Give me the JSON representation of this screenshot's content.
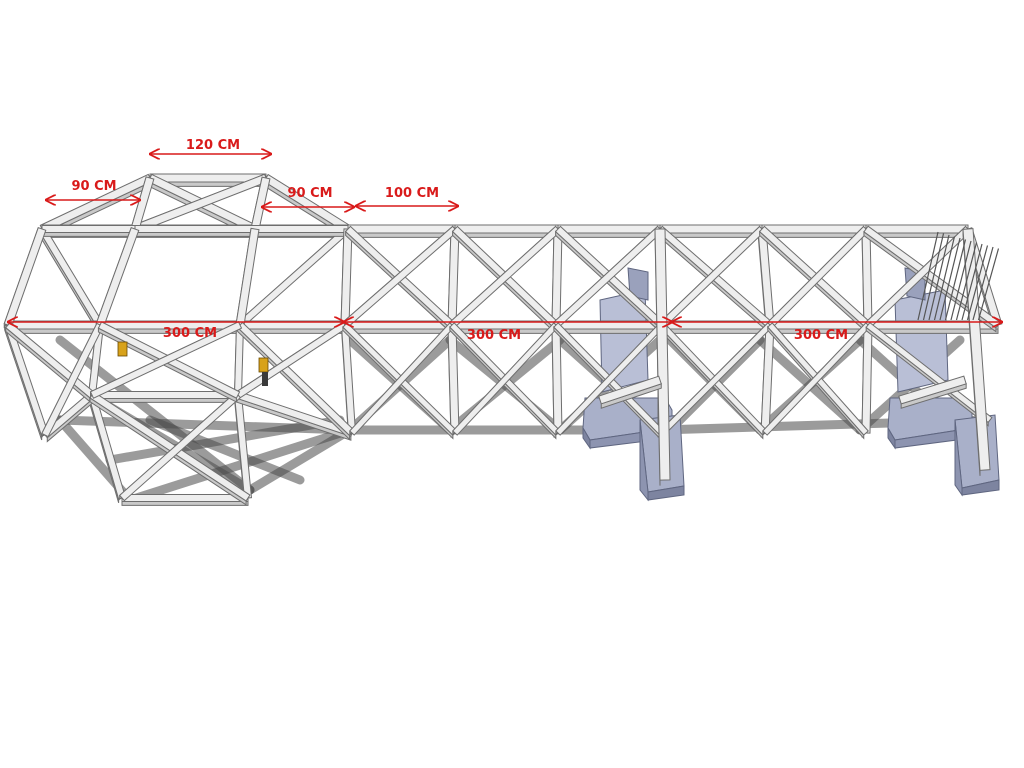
{
  "colors": {
    "dimension": "#d91a1a",
    "beam_top": "#eeeeee",
    "beam_side": "#c9c9c9",
    "beam_edge": "#6e6e6e",
    "shadow": "#4a4a4a",
    "footing": "#a9b0c9",
    "footing_dark": "#7d84a0",
    "accent": "#d8a21a"
  },
  "dimensions": {
    "top_120": "120 CM",
    "top_left_90": "90 CM",
    "top_right_90": "90 CM",
    "top_100": "100 CM",
    "span_1": "300 CM",
    "span_2": "300 CM",
    "span_3": "300 CM"
  }
}
